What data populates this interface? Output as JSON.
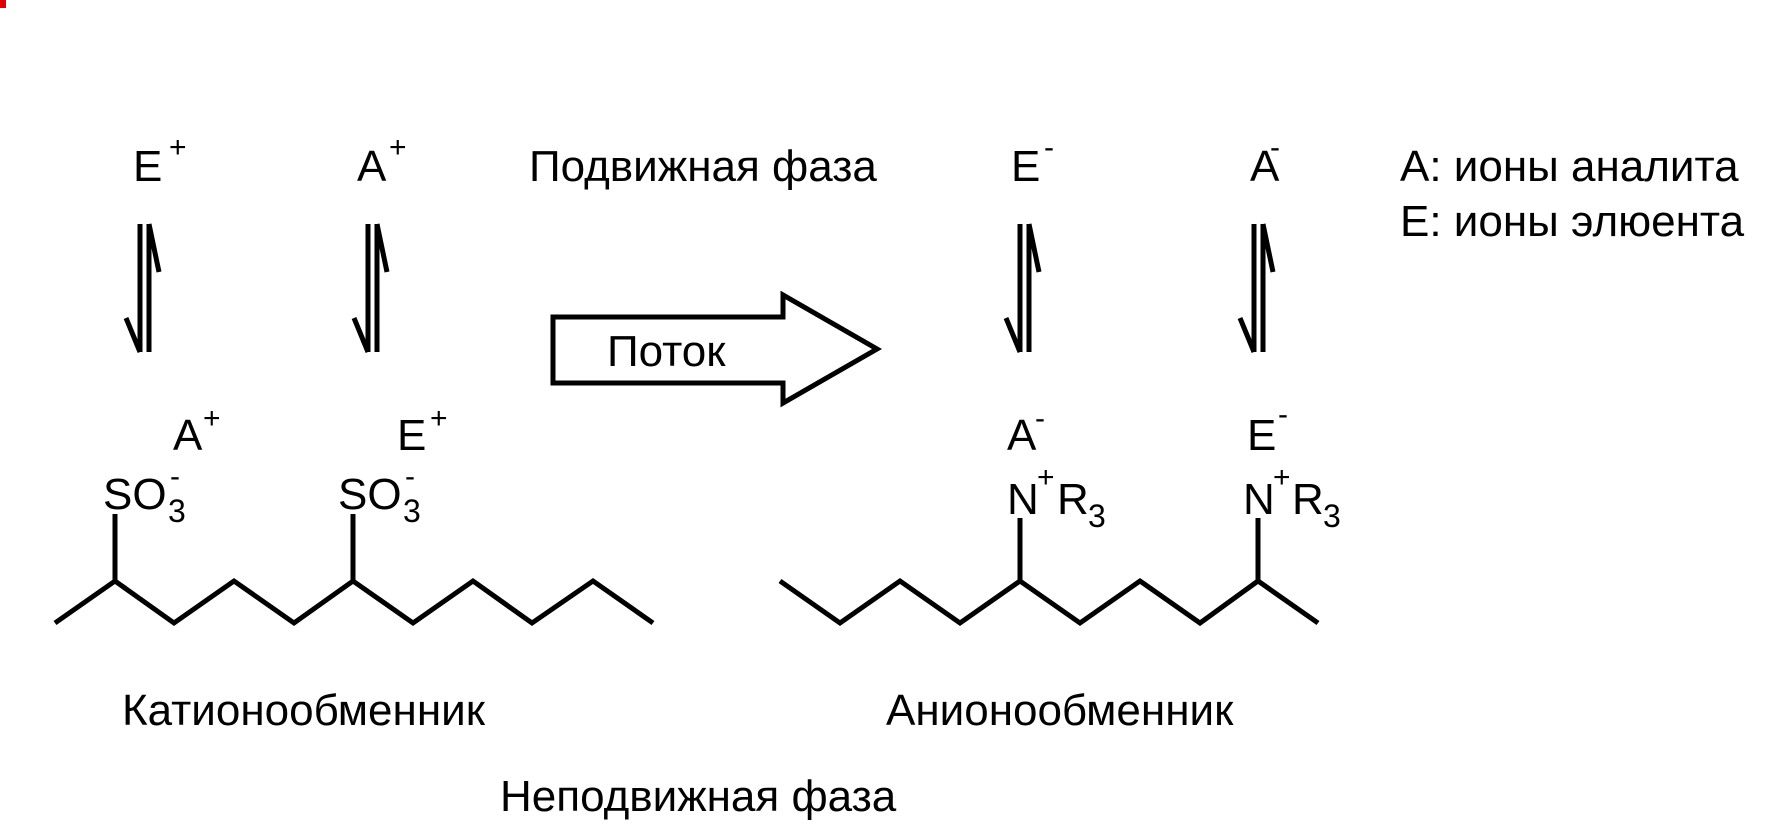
{
  "labels": {
    "mobile_phase": "Подвижная фаза",
    "stationary_phase": "Неподвижная фаза",
    "flow": "Поток",
    "cation_exchanger": "Катионообменник",
    "anion_exchanger": "Анионообменник"
  },
  "legend": {
    "analyte": "A: ионы аналита",
    "eluent": "E: ионы элюента"
  },
  "cation_side": {
    "mobile_ions": [
      {
        "symbol": "E",
        "charge": "+"
      },
      {
        "symbol": "A",
        "charge": "+"
      }
    ],
    "bound_ions": [
      {
        "symbol": "A",
        "charge": "+"
      },
      {
        "symbol": "E",
        "charge": "+"
      }
    ],
    "group": {
      "base": "SO",
      "subscript": "3",
      "charge": "-"
    }
  },
  "anion_side": {
    "mobile_ions": [
      {
        "symbol": "E",
        "charge": "-"
      },
      {
        "symbol": "A",
        "charge": "-"
      }
    ],
    "bound_ions": [
      {
        "symbol": "A",
        "charge": "-"
      },
      {
        "symbol": "E",
        "charge": "-"
      }
    ],
    "group": {
      "base": "N",
      "charge": "+",
      "rest": "R",
      "subscript": "3"
    }
  },
  "colors": {
    "ink": "#000000",
    "corner_mark": "#e00000"
  }
}
